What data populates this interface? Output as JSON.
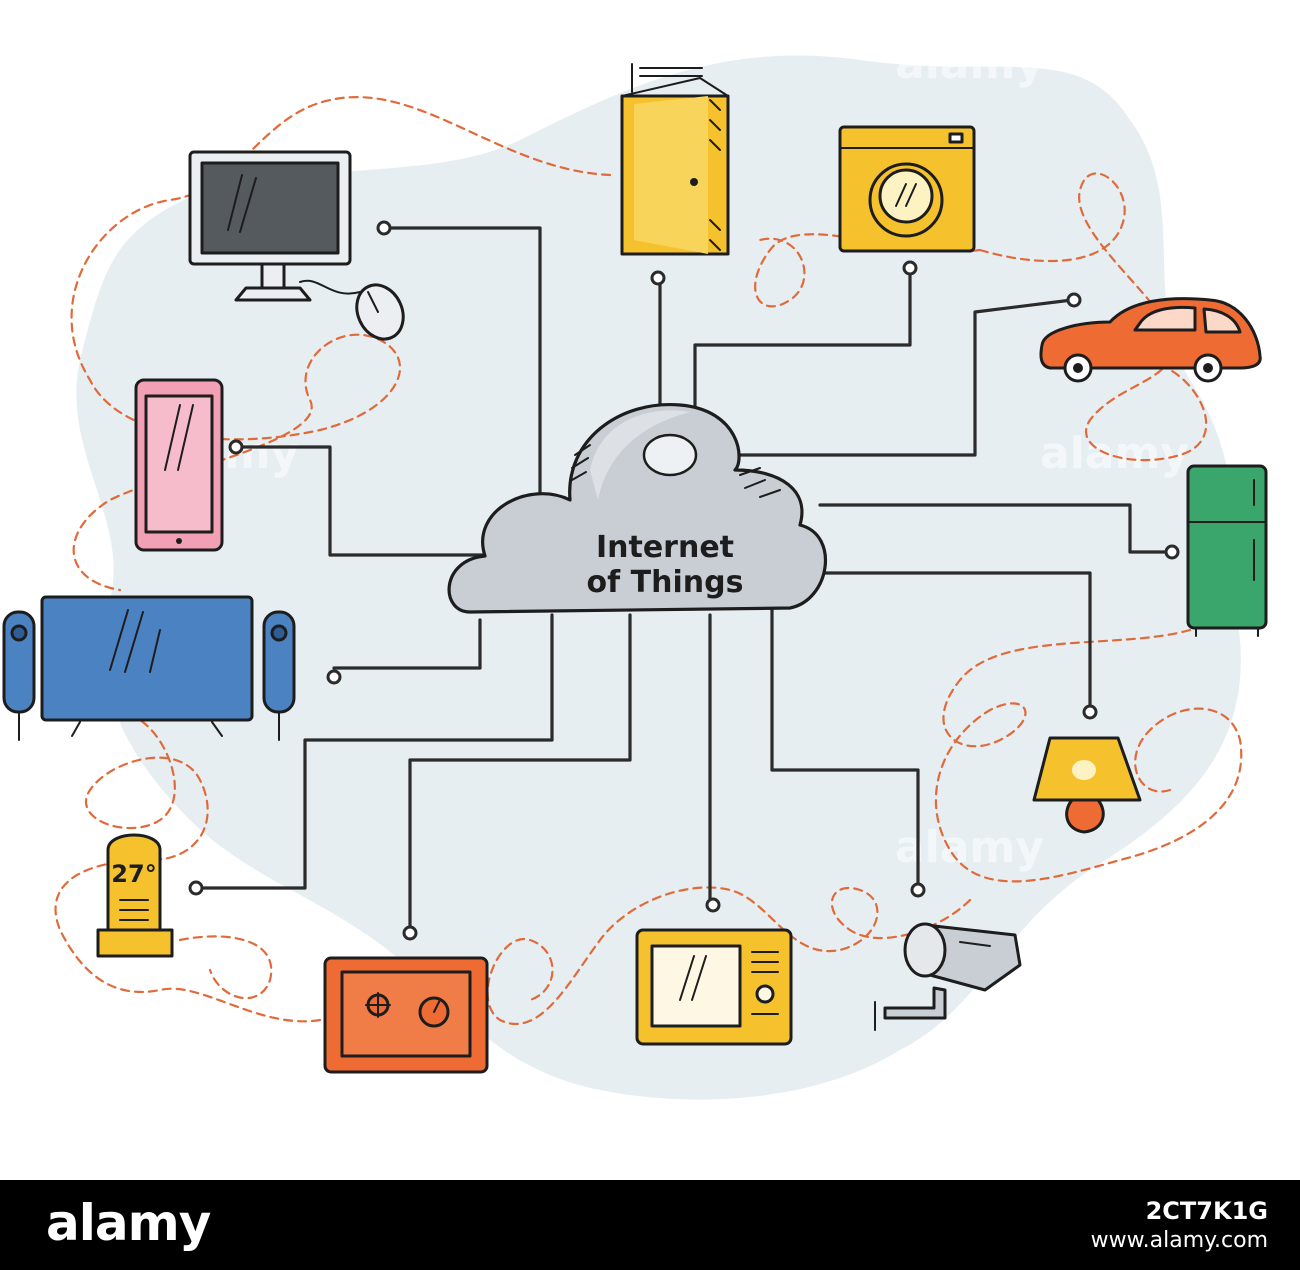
{
  "diagram": {
    "title_line1": "Internet",
    "title_line2": "of Things",
    "devices": [
      {
        "name": "computer-icon"
      },
      {
        "name": "smartphone-icon"
      },
      {
        "name": "tv-with-speakers-icon"
      },
      {
        "name": "thermostat-icon"
      },
      {
        "name": "safe-icon"
      },
      {
        "name": "microwave-icon"
      },
      {
        "name": "security-camera-icon"
      },
      {
        "name": "lamp-icon"
      },
      {
        "name": "refrigerator-icon"
      },
      {
        "name": "car-icon"
      },
      {
        "name": "washing-machine-icon"
      },
      {
        "name": "door-icon"
      }
    ],
    "thermostat_reading": "27°",
    "colors": {
      "wire": "#2b2b2b",
      "dashed_path": "#e06a3a",
      "cloud": "#c9ced4",
      "background_blob": "#e6eef2",
      "yellow": "#f5c22e",
      "orange": "#ee6b33",
      "blue": "#4a82c2",
      "green": "#3aa66b",
      "pink": "#f2a0b6"
    }
  },
  "watermark": {
    "text": "alamy"
  },
  "footer": {
    "brand": "alamy",
    "image_code": "2CT7K1G",
    "site": "www.alamy.com"
  }
}
